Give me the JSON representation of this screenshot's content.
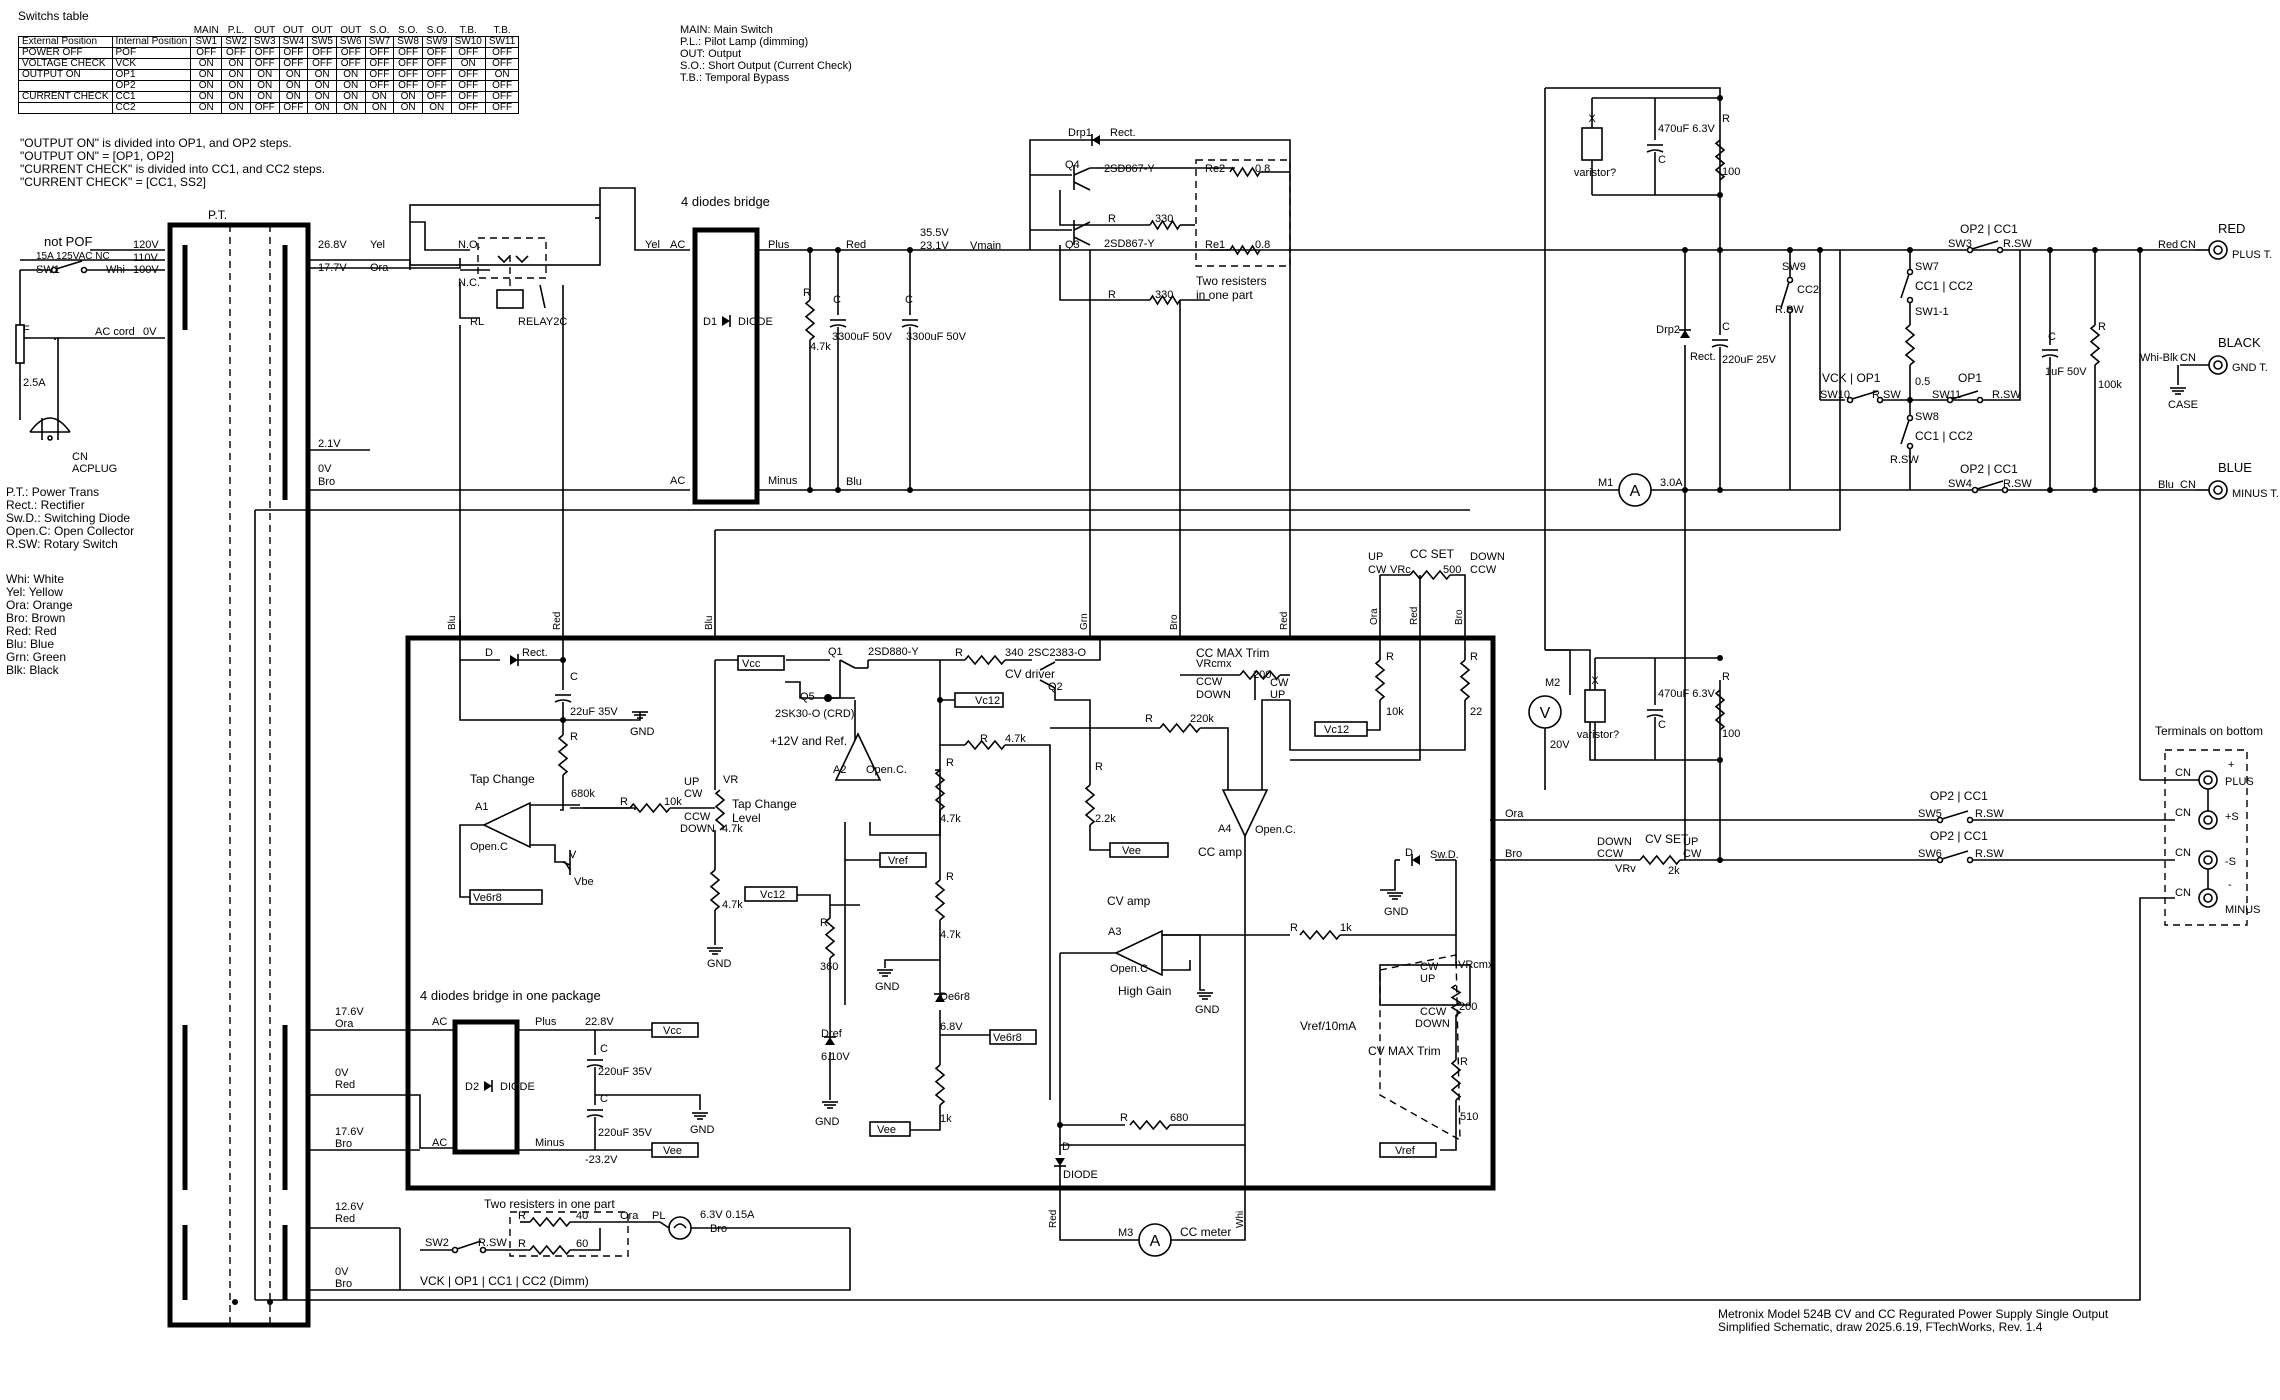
{
  "switch_table": {
    "title": "Switchs table",
    "header_roles": [
      "MAIN",
      "P.L.",
      "OUT",
      "OUT",
      "OUT",
      "OUT",
      "S.O.",
      "S.O.",
      "S.O.",
      "T.B.",
      "T.B."
    ],
    "header_main": [
      "External Position",
      "Internal Position",
      "SW1",
      "SW2",
      "SW3",
      "SW4",
      "SW5",
      "SW6",
      "SW7",
      "SW8",
      "SW9",
      "SW10",
      "SW11"
    ],
    "rows": [
      {
        "ext": "POWER OFF",
        "int": "POF",
        "vals": [
          "OFF",
          "OFF",
          "OFF",
          "OFF",
          "OFF",
          "OFF",
          "OFF",
          "OFF",
          "OFF",
          "OFF",
          "OFF"
        ]
      },
      {
        "ext": "VOLTAGE CHECK",
        "int": "VCK",
        "vals": [
          "ON",
          "ON",
          "OFF",
          "OFF",
          "OFF",
          "OFF",
          "OFF",
          "OFF",
          "OFF",
          "ON",
          "OFF"
        ]
      },
      {
        "ext": "OUTPUT ON",
        "int": "OP1",
        "vals": [
          "ON",
          "ON",
          "ON",
          "ON",
          "ON",
          "ON",
          "OFF",
          "OFF",
          "OFF",
          "OFF",
          "ON"
        ]
      },
      {
        "ext": "",
        "int": "OP2",
        "vals": [
          "ON",
          "ON",
          "ON",
          "ON",
          "ON",
          "ON",
          "OFF",
          "OFF",
          "OFF",
          "OFF",
          "OFF"
        ]
      },
      {
        "ext": "CURRENT CHECK",
        "int": "CC1",
        "vals": [
          "ON",
          "ON",
          "ON",
          "ON",
          "ON",
          "ON",
          "ON",
          "ON",
          "OFF",
          "OFF",
          "OFF"
        ]
      },
      {
        "ext": "",
        "int": "CC2",
        "vals": [
          "ON",
          "ON",
          "OFF",
          "OFF",
          "ON",
          "ON",
          "ON",
          "ON",
          "ON",
          "OFF",
          "OFF"
        ]
      }
    ]
  },
  "table_legend": [
    "MAIN: Main Switch",
    "P.L.: Pilot Lamp (dimming)",
    "OUT: Output",
    "S.O.: Short Output (Current Check)",
    "T.B.: Temporal Bypass"
  ],
  "notes": [
    "\"OUTPUT ON\" is divided into OP1, and OP2 steps.",
    "\"OUTPUT ON\" = [OP1, OP2]",
    "\"CURRENT CHECK\" is divided into CC1, and CC2 steps.",
    "\"CURRENT CHECK\" = [CC1, SS2]"
  ],
  "abbreviations": [
    "P.T.: Power Trans",
    "Rect.: Rectifier",
    "Sw.D.: Switching Diode",
    "Open.C: Open Collector",
    "R.SW: Rotary Switch"
  ],
  "colors_legend": [
    "Whi: White",
    "Yel: Yellow",
    "Ora: Orange",
    "Bro: Brown",
    "Red: Red",
    "Blu: Blue",
    "Grn: Green",
    "Blk: Black"
  ],
  "footer": [
    "Metronix Model 524B CV and CC Regurated Power Supply Single Output",
    "Simplified Schematic, draw 2025.6.19, FTechWorks, Rev. 1.4"
  ],
  "labels": {
    "pt": "P.T.",
    "not_pof": "not POF",
    "fuse_rating": "15A 125VAC NC",
    "sw1": "SW1",
    "v120": "120V",
    "v110": "110V",
    "whi": "Whi",
    "v100": "100V",
    "f": "F",
    "fuse": "2.5A",
    "ac_cord": "AC cord",
    "v0": "0V",
    "cn": "CN",
    "acplug": "ACPLUG",
    "s1_v": "26.8V",
    "s1_c": "Yel",
    "s2_v": "17.7V",
    "s2_c": "Ora",
    "s3_v": "2.1V",
    "s4_v": "0V",
    "s4_c": "Bro",
    "no": "N.O.",
    "nc": "N.C.",
    "rl": "RL",
    "relay": "RELAY2C",
    "yel": "Yel",
    "ac1": "AC",
    "ac2": "AC",
    "bridge_title": "4 diodes bridge",
    "d1": "D1",
    "diode": "DIODE",
    "plus": "Plus",
    "minus": "Minus",
    "red": "Red",
    "blu": "Blu",
    "v355": "35.5V",
    "v231": "23.1V",
    "vmain": "Vmain",
    "r": "R",
    "c": "C",
    "r47k": "4.7k",
    "c3300a": "3300uF 50V",
    "c3300b": "3300uF 50V",
    "drp1": "Drp1",
    "rect": "Rect.",
    "q4": "Q4",
    "q4p": "2SD867-Y",
    "q3": "Q3",
    "q3p": "2SD867-Y",
    "r330a": "330",
    "r330b": "330",
    "re2": "Re2",
    "re2v": "0.8",
    "re1": "Re1",
    "re1v": "0.8",
    "two_res": "Two resisters",
    "one_part": "in one part",
    "x": "X",
    "varistor": "varistor?",
    "c470": "470uF 6.3V",
    "r100": "100",
    "drp2": "Drp2",
    "c220_25": "220uF 25V",
    "m1": "M1",
    "m1v": "3.0A",
    "sw9": "SW9",
    "cc2": "CC2",
    "rsw": "R.SW",
    "sw7": "SW7",
    "cc1cc2": "CC1 | CC2",
    "sw1_1": "SW1-1",
    "r05": "0.5",
    "vckop1": "VCK | OP1",
    "op1": "OP1",
    "sw10": "SW10",
    "sw11": "SW11",
    "sw8": "SW8",
    "cc1cc2b": "CC1 | CC2",
    "op2cc1a": "OP2 | CC1",
    "sw3": "SW3",
    "op2cc1b": "OP2 | CC1",
    "sw4": "SW4",
    "c1uf": "1uF 50V",
    "r100k": "100k",
    "red_t": "RED",
    "plus_t": "PLUS T.",
    "black_t": "BLACK",
    "gnd_t": "GND T.",
    "blue_t": "BLUE",
    "minus_t": "MINUS T.",
    "whi_blk": "Whi-Blk",
    "case": "CASE",
    "cc_set": "CC SET",
    "up": "UP",
    "cw": "CW",
    "vrc": "VRc",
    "r500": "500",
    "down": "DOWN",
    "ccw": "CCW",
    "ora": "Ora",
    "bro": "Bro",
    "grn": "Grn",
    "d": "D",
    "c22": "22uF 35V",
    "gnd": "GND",
    "q1": "Q1",
    "q1p": "2SD880-Y",
    "r340": "340",
    "q2p": "2SC2383-O",
    "q2": "Q2",
    "cv_driver": "CV driver",
    "vcc": "Vcc",
    "q5": "Q5",
    "q5p": "2SK30-O (CRD)",
    "vc12": "Vc12",
    "r10k": "10k",
    "r220k": "220k",
    "cc_max_trim": "CC MAX Trim",
    "vrcmx": "VRcmx",
    "r200": "200",
    "r22": "22",
    "r10k_b": "10k",
    "ref12": "+12V and Ref.",
    "r47k_b": "4.7k",
    "tap_change": "Tap Change",
    "a1": "A1",
    "open_c": "Open.C",
    "r680k": "680k",
    "v": "V",
    "vbe": "Vbe",
    "ve6r8": "Ve6r8",
    "vr": "VR",
    "tcl1": "Tap Change",
    "tcl2": "Level",
    "a2": "A2",
    "open_c2": "Open.C.",
    "vref": "Vref",
    "r47k_c": "4.7k",
    "r47k_d": "4.7k",
    "r47k_e": "4.7k",
    "r2k2": "2.2k",
    "vee": "Vee",
    "a4": "A4",
    "open_c3": "Open.C.",
    "cc_amp": "CC amp",
    "r360": "360",
    "dref": "Dref",
    "v610": "6.10V",
    "de6r8": "De6r8",
    "v68": "6.8V",
    "r1k": "1k",
    "cv_amp": "CV amp",
    "a3": "A3",
    "open_c4": "Open.C",
    "high_gain": "High Gain",
    "r1k_b": "1k",
    "sw_d": "Sw.D.",
    "vrcmx2": "VRcmx",
    "r200b": "200",
    "vref10": "Vref/10mA",
    "cv_max_trim": "CV MAX Trim",
    "r510": "510",
    "r680": "680",
    "bridge2": "4 diodes bridge in one package",
    "d2": "D2",
    "v176a": "17.6V",
    "v0b": "0V",
    "v176b": "17.6V",
    "v228": "22.8V",
    "v232": "-23.2V",
    "c220a": "220uF 35V",
    "c220b": "220uF 35V",
    "m2": "M2",
    "m2v": "20V",
    "cv_set": "CV SET",
    "vrv": "VRv",
    "r2k": "2k",
    "sw5": "SW5",
    "sw6": "SW6",
    "op2cc1c": "OP2 | CC1",
    "op2cc1d": "OP2 | CC1",
    "terminals": "Terminals on bottom",
    "plus2": "PLUS",
    "ps": "+S",
    "ms": "-S",
    "minus2": "MINUS",
    "plus_sym": "+",
    "minus_sym": "-",
    "m3": "M3",
    "cc_meter": "CC meter",
    "v126": "12.6V",
    "two_res2": "Two resisters in one part",
    "r40": "40",
    "r60": "60",
    "sw2": "SW2",
    "pl": "PL",
    "pl_v": "6.3V 0.15A",
    "vck_dimm": "VCK | OP1 | CC1 | CC2 (Dimm)"
  }
}
